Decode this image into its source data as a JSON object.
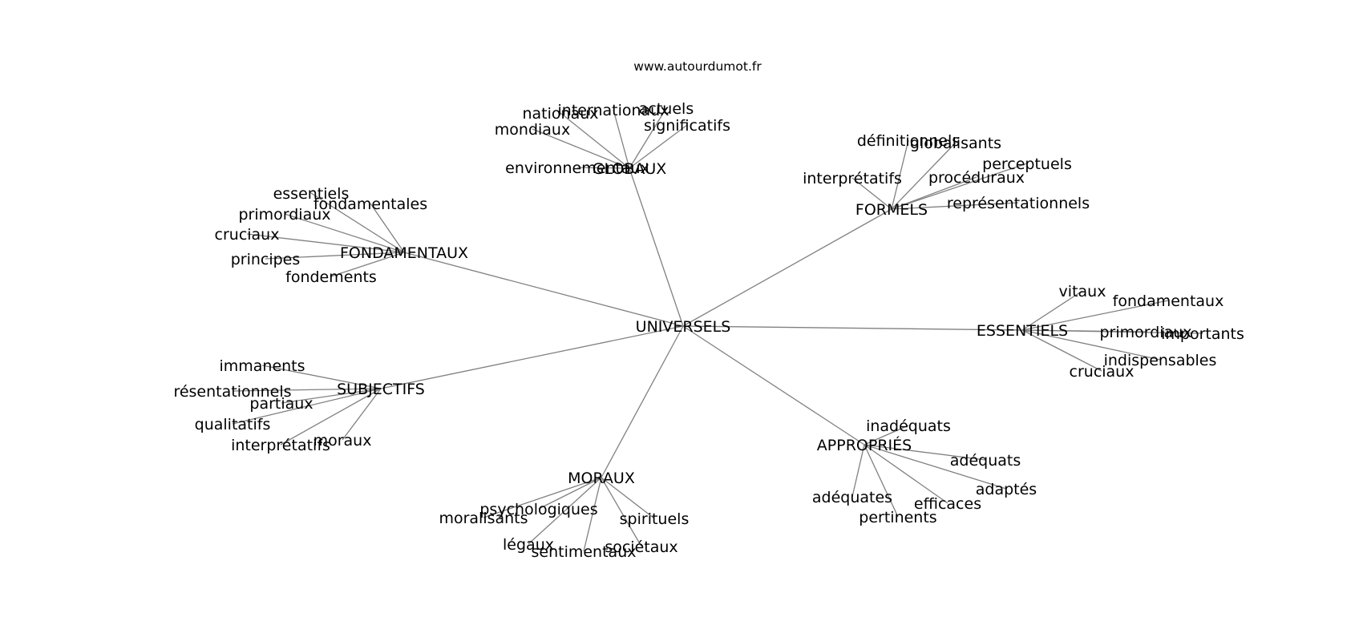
{
  "site": "www.autourdumot.fr",
  "center": "UNIVERSELS",
  "groups": [
    {
      "name": "GLOBAUX",
      "words": [
        "nationaux",
        "internationaux",
        "actuels",
        "mondiaux",
        "significatifs",
        "environnementaux"
      ]
    },
    {
      "name": "FORMELS",
      "words": [
        "définitionnels",
        "globalisants",
        "perceptuels",
        "interprétatifs",
        "procéduraux",
        "représentationnels"
      ]
    },
    {
      "name": "FONDAMENTAUX",
      "words": [
        "essentiels",
        "fondamentales",
        "primordiaux",
        "cruciaux",
        "principes",
        "fondements"
      ]
    },
    {
      "name": "ESSENTIELS",
      "words": [
        "vitaux",
        "fondamentaux",
        "primordiaux",
        "importants",
        "indispensables",
        "cruciaux"
      ]
    },
    {
      "name": "SUBJECTIFS",
      "words": [
        "immanents",
        "résentationnels",
        "partiaux",
        "qualitatifs",
        "interprétatifs",
        "moraux"
      ]
    },
    {
      "name": "APPROPRIÉS",
      "words": [
        "inadéquats",
        "adéquats",
        "adaptés",
        "efficaces",
        "pertinents",
        "adéquates"
      ]
    },
    {
      "name": "MORAUX",
      "words": [
        "psychologiques",
        "moralisants",
        "spirituels",
        "légaux",
        "sentimentaux",
        "sociétaux"
      ]
    }
  ]
}
